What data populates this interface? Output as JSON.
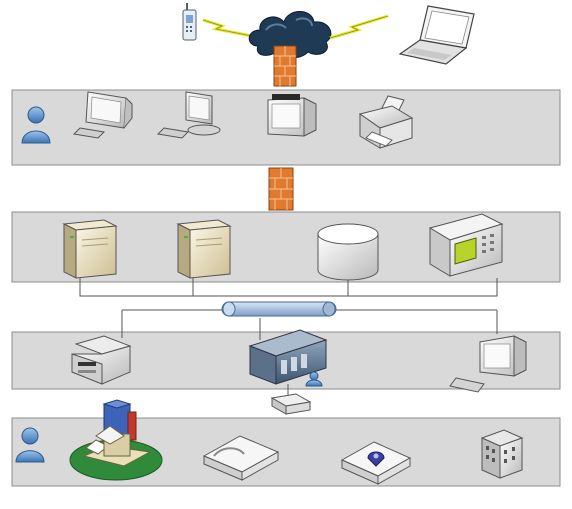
{
  "diagram": {
    "tiers": [
      {
        "id": "user-tier",
        "devices": [
          "user-icon",
          "desktop-computer-icon",
          "desktop-computer-icon",
          "crt-monitor-icon",
          "printer-icon"
        ]
      },
      {
        "id": "server-tier",
        "devices": [
          "tower-server-icon",
          "tower-server-icon",
          "database-icon",
          "monitoring-device-icon"
        ]
      },
      {
        "id": "infrastructure-tier",
        "devices": [
          "multifunction-printer-icon",
          "rack-server-icon",
          "workstation-icon"
        ]
      },
      {
        "id": "site-tier",
        "devices": [
          "user-icon",
          "campus-building-icon",
          "storage-appliance-icon",
          "location-appliance-icon",
          "office-building-icon"
        ]
      }
    ],
    "top_devices": [
      "mobile-phone-icon",
      "internet-cloud-icon",
      "laptop-icon"
    ],
    "security": [
      "firewall-icon",
      "firewall-icon"
    ],
    "interconnect": [
      "network-bus-icon",
      "network-switch-icon"
    ],
    "colors": {
      "tier_fill": "#d9d9d9",
      "tier_stroke": "#8c8c8c",
      "cloud": "#1f3a55",
      "firewall": "#e07a2e",
      "lightning": "#e6e82a",
      "bus": "#9fb8d6",
      "user": "#5b8fc9",
      "campus_ground": "#2f8a3a"
    }
  }
}
